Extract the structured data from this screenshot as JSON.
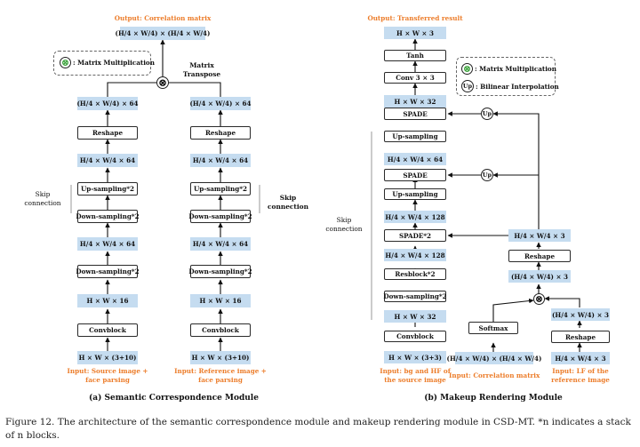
{
  "left": {
    "output_label": "Output: Correlation matrix",
    "matrix_transpose": "Matrix\nTranspose",
    "legend": {
      "mult": ": Matrix Multiplication"
    },
    "skip": "Skip\nconnection",
    "col1": {
      "top": "(H/4 × W/4) × (H/4 × W/4)",
      "b1": "(H/4 × W/4) × 64",
      "reshape": "Reshape",
      "b2": "H/4 × W/4 × 64",
      "up": "Up-sampling*2",
      "down": "Down-sampling*2",
      "b3": "H/4 × W/4 × 64",
      "down2": "Down-sampling*2",
      "b4": "H × W × 16",
      "conv": "Convblock",
      "in": "H × W × (3+10)",
      "input": "Input: Source image +\nface parsing"
    },
    "col2": {
      "b1": "(H/4 × W/4) × 64",
      "reshape": "Reshape",
      "b2": "H/4 × W/4 × 64",
      "up": "Up-sampling*2",
      "down": "Down-sampling*2",
      "b3": "H/4 × W/4 × 64",
      "down2": "Down-sampling*2",
      "b4": "H × W × 16",
      "conv": "Convblock",
      "in": "H × W × (3+10)",
      "input": "Input: Reference image +\nface parsing"
    },
    "caption": "(a) Semantic Correspondence Module"
  },
  "right": {
    "output_label": "Output: Transferred result",
    "legend": {
      "mult": ": Matrix Multiplication",
      "up": ": Bilinear Interpolation",
      "up_symbol": "Up"
    },
    "skip": "Skip\nconnection",
    "main": {
      "b_out": "H × W × 3",
      "tanh": "Tanh",
      "conv3": "Conv 3 × 3",
      "b_h32": "H × W × 32",
      "spade1": "SPADE",
      "up1": "Up-sampling",
      "b_64": "H/4 × W/4 × 64",
      "spade2": "SPADE",
      "up2": "Up-sampling",
      "b_128a": "H/4 × W/4 × 128",
      "spade3": "SPADE*2",
      "b_128b": "H/4 × W/4 × 128",
      "res": "Resblock*2",
      "down": "Down-sampling*2",
      "b_h32b": "H × W × 32",
      "conv": "Convblock",
      "in": "H × W × (3+3)",
      "input": "Input: bg and HF of\nthe source image"
    },
    "side": {
      "b_3": "H/4 × W/4 × 3",
      "reshape": "Reshape",
      "b_hw3": "(H/4 × W/4) × 3",
      "softmax": "Softmax",
      "corr": "(H/4 × W/4) × (H/4 × W/4)",
      "corr_input": "Input: Correlation matrix",
      "lf_b": "(H/4 × W/4) × 3",
      "lf_reshape": "Reshape",
      "lf_in": "H/4 × W/4 × 3",
      "lf_input": "Input: LF of the\nreference image"
    },
    "caption": "(b) Makeup Rendering Module"
  },
  "figure_caption": "Figure 12. The architecture of the semantic correspondence module and makeup rendering module in CSD-MT. *n indicates a stack of n blocks.",
  "colors": {
    "blue_box": "#c5dcf0",
    "orange": "#ec7d2b",
    "green": "#3ca33c"
  }
}
